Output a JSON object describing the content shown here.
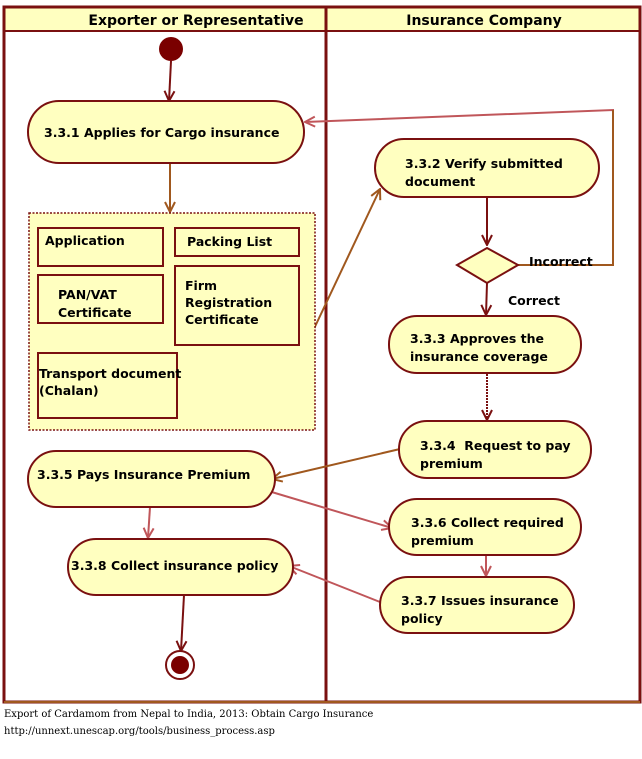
{
  "lanes": [
    {
      "title": "Exporter or Representative"
    },
    {
      "title": "Insurance Company"
    }
  ],
  "nodes": {
    "n331": {
      "lines": [
        "3.3.1 Applies for Cargo insurance"
      ]
    },
    "n332": {
      "lines": [
        "3.3.2 Verify submitted",
        " document"
      ]
    },
    "n333": {
      "lines": [
        "3.3.3 Approves the",
        "insurance coverage"
      ]
    },
    "n334": {
      "lines": [
        "3.3.4  Request to pay",
        "premium"
      ]
    },
    "n335": {
      "lines": [
        "3.3.5 Pays Insurance Premium"
      ]
    },
    "n336": {
      "lines": [
        "3.3.6 Collect required",
        "premium"
      ]
    },
    "n337": {
      "lines": [
        "3.3.7 Issues insurance",
        "policy"
      ]
    },
    "n338": {
      "lines": [
        "3.3.8 Collect insurance policy"
      ]
    }
  },
  "documents": {
    "application": {
      "lines": [
        "Application"
      ]
    },
    "packing_list": {
      "lines": [
        "Packing List"
      ]
    },
    "pan_vat": {
      "lines": [
        "PAN/VAT",
        "Certificate"
      ]
    },
    "firm_registration": {
      "lines": [
        "Firm",
        "Registration",
        "Certificate"
      ]
    },
    "transport": {
      "lines": [
        "Transport document",
        "(Chalan)"
      ]
    }
  },
  "decision": {
    "incorrect_label": "Incorrect",
    "correct_label": "Correct"
  },
  "colors": {
    "node_fill": "#ffffc0",
    "node_stroke": "#7a1010",
    "lane_stroke": "#7a1010",
    "arrow_dark": "#7a1010",
    "arrow_brown": "#a0581e",
    "arrow_pink": "#c0565a",
    "start_fill": "#7a0000"
  },
  "caption": {
    "line1": "Export of Cardamom from Nepal to India, 2013: Obtain Cargo Insurance",
    "line2": "http://unnext.unescap.org/tools/business_process.asp"
  }
}
